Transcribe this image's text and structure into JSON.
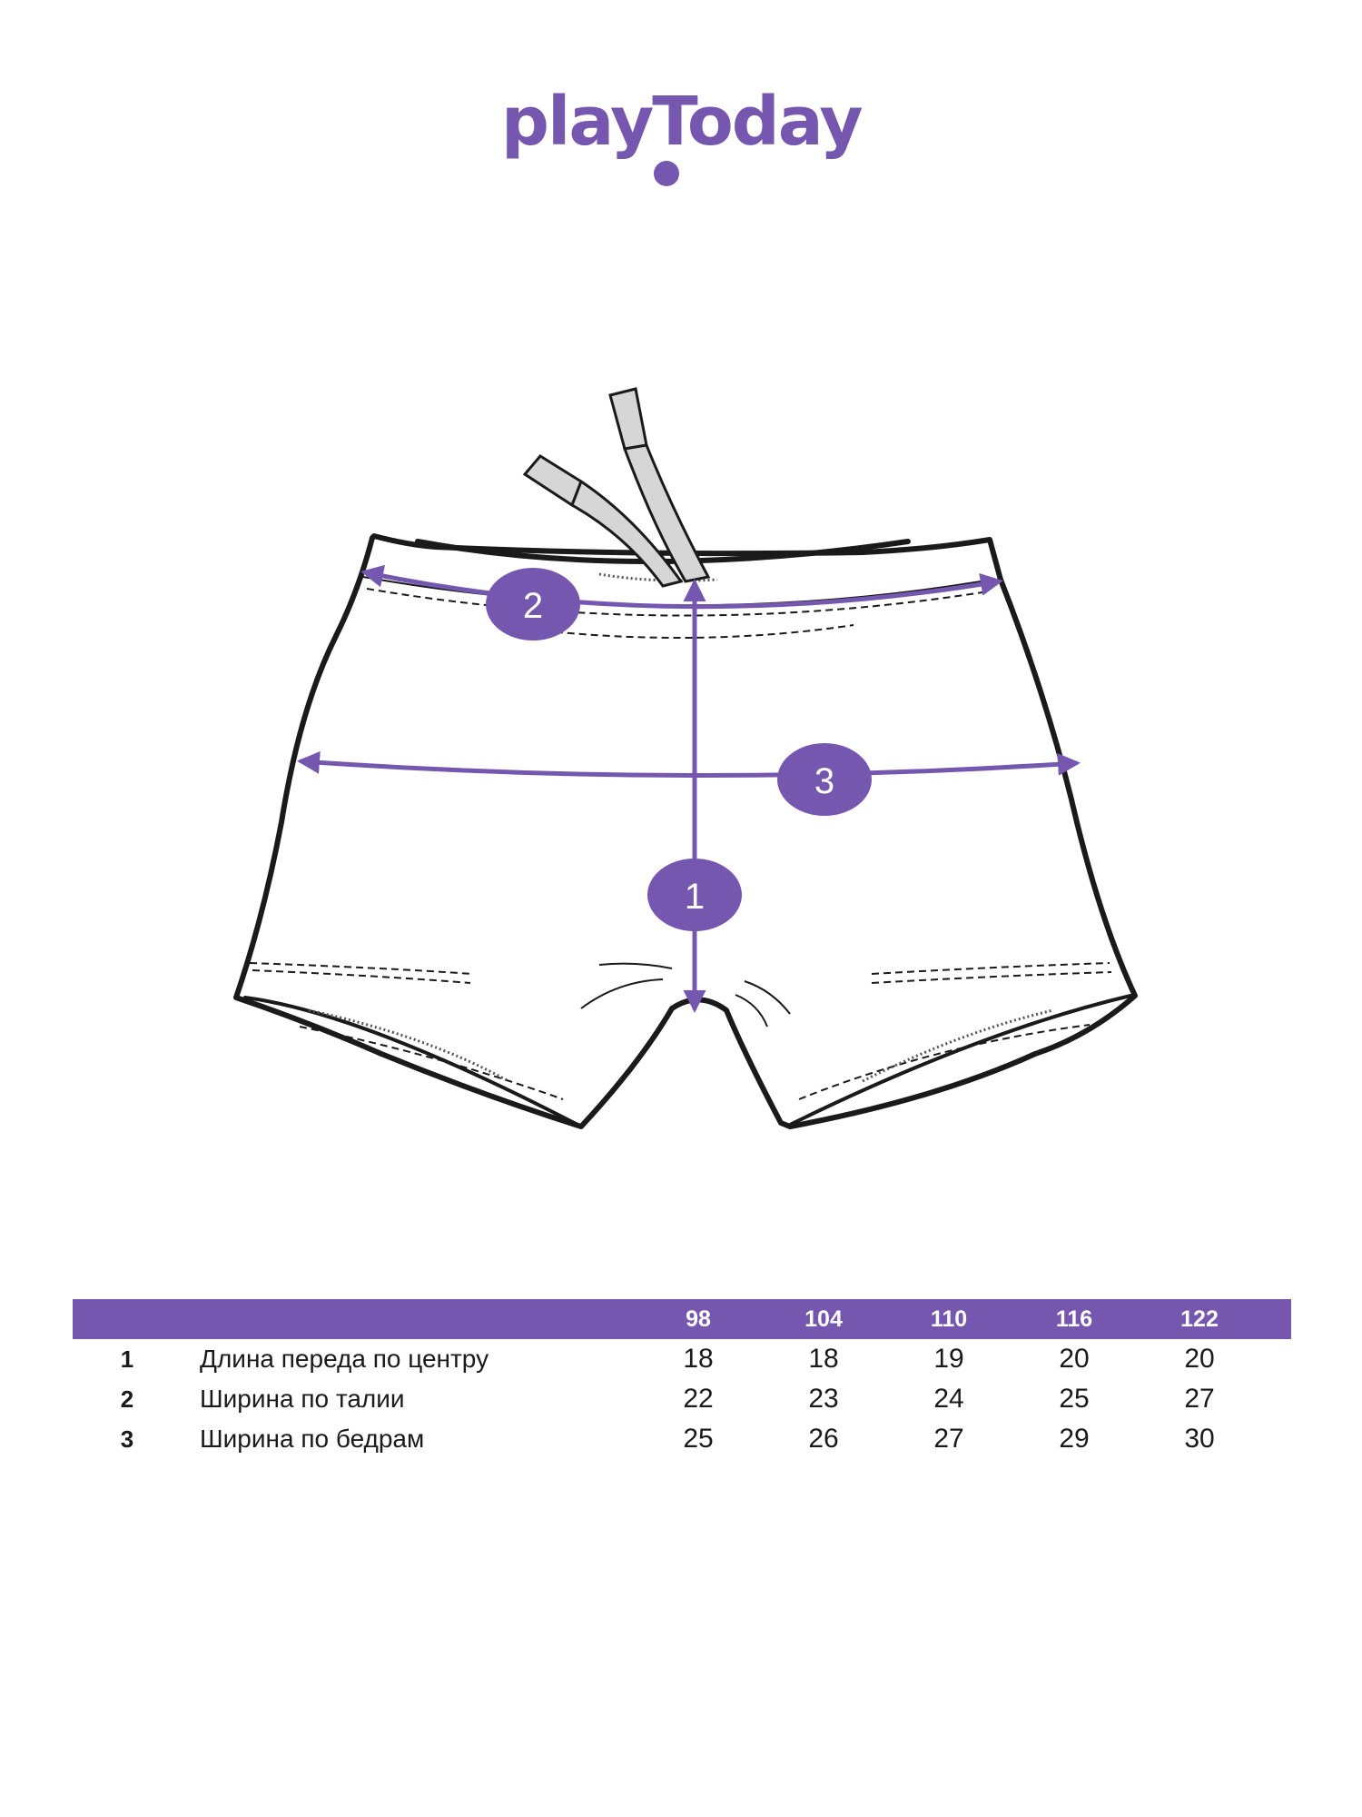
{
  "brand": {
    "name": "playToday",
    "color": "#7657b0"
  },
  "diagram": {
    "item": "shorts",
    "markers": [
      {
        "id": "1",
        "measures": "front-length-center"
      },
      {
        "id": "2",
        "measures": "waist-width"
      },
      {
        "id": "3",
        "measures": "hip-width"
      }
    ]
  },
  "size_table": {
    "sizes": [
      "98",
      "104",
      "110",
      "116",
      "122"
    ],
    "rows": [
      {
        "num": "1",
        "name": "Длина переда по центру",
        "values": [
          "18",
          "18",
          "19",
          "20",
          "20"
        ]
      },
      {
        "num": "2",
        "name": "Ширина по талии",
        "values": [
          "22",
          "23",
          "24",
          "25",
          "27"
        ]
      },
      {
        "num": "3",
        "name": "Ширина по бедрам",
        "values": [
          "25",
          "26",
          "27",
          "29",
          "30"
        ]
      }
    ]
  }
}
